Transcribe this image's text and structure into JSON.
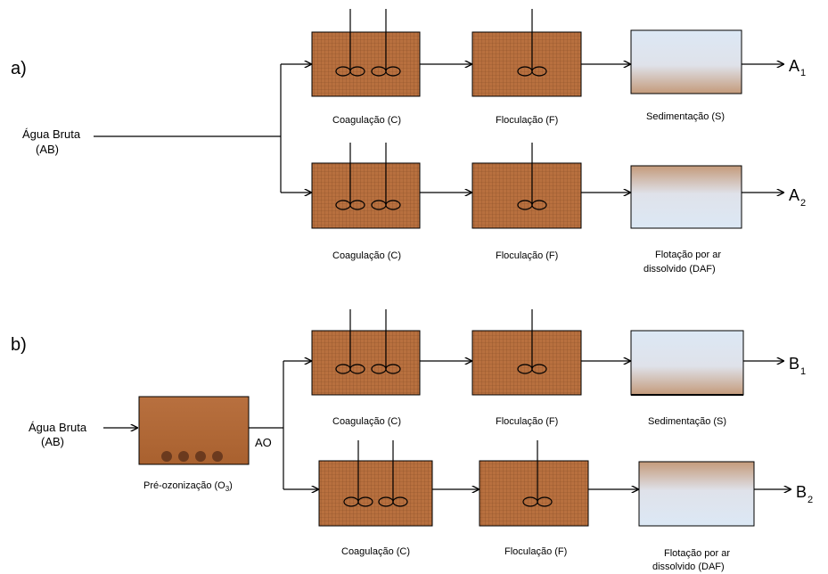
{
  "colors": {
    "tank_fill": "#b8703f",
    "tank_grid": "#8a4e26",
    "separator_top": "#c49a7a",
    "separator_bottom": "#dce8f5",
    "ozone_bubble": "#6b3a1e"
  },
  "section_a": {
    "letter": "a)",
    "source_line1": "Água Bruta",
    "source_line2": "(AB)",
    "row1": {
      "coag": "Coagulação (C)",
      "floc": "Floculação (F)",
      "sep_line1": "Sedimentação (S)",
      "sep_line2": "",
      "out_main": "A",
      "out_sub": "1"
    },
    "row2": {
      "coag": "Coagulação (C)",
      "floc": "Floculação (F)",
      "sep_line1": "Flotação por ar",
      "sep_line2": "dissolvido (DAF)",
      "out_main": "A",
      "out_sub": "2"
    }
  },
  "section_b": {
    "letter": "b)",
    "source_line1": "Água Bruta",
    "source_line2": "(AB)",
    "ozone_label_main": "Pré-ozonização (O",
    "ozone_label_sub": "3",
    "ozone_label_end": ")",
    "ozone_out": "AO",
    "row1": {
      "coag": "Coagulação (C)",
      "floc": "Floculação (F)",
      "sep_line1": "Sedimentação (S)",
      "sep_line2": "",
      "out_main": "B",
      "out_sub": "1"
    },
    "row2": {
      "coag": "Coagulação (C)",
      "floc": "Floculação (F)",
      "sep_line1": "Flotação por ar",
      "sep_line2": "dissolvido (DAF)",
      "out_main": "B",
      "out_sub": "2"
    }
  }
}
